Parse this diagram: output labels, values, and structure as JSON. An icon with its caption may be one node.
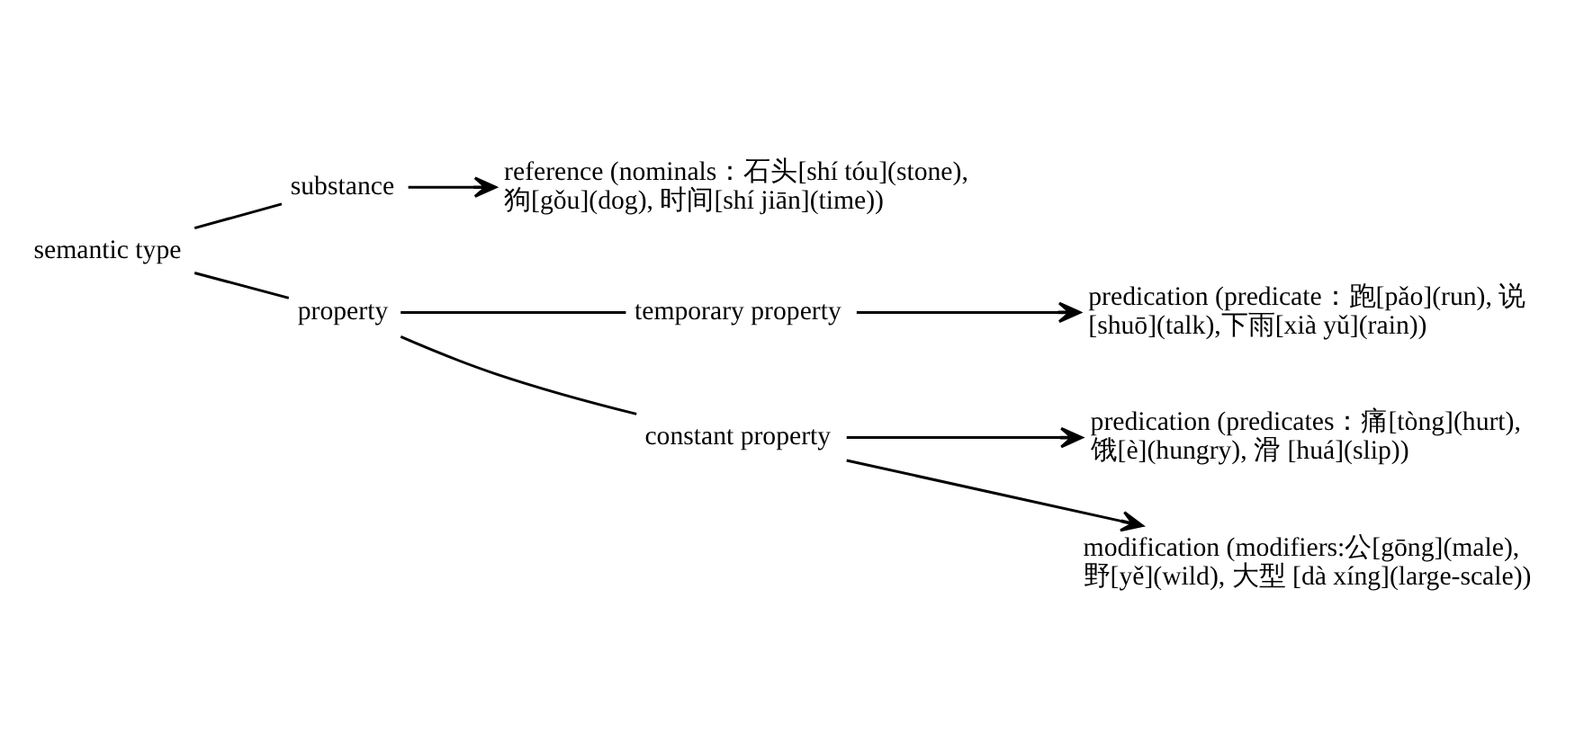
{
  "diagram": {
    "nodes": [
      {
        "text": [
          "semantic type"
        ]
      },
      {
        "text": [
          "substance"
        ]
      },
      {
        "text": [
          "reference (nominals：石头[shí tóu](stone), 狗[gǒu](dog), 时间[shí jiān](time))"
        ]
      },
      {
        "text": [
          "property"
        ]
      },
      {
        "text": [
          "temporary property"
        ]
      },
      {
        "text": [
          "predication (predicate：跑[pǎo](run), 说 [shuō](talk),下雨[xià yǔ](rain))"
        ]
      },
      {
        "text": [
          "constant property"
        ]
      },
      {
        "text": [
          "predication (predicates：痛[tòng](hurt), 饿[è](hungry), 滑 [huá](slip))"
        ]
      },
      {
        "text": [
          "modification (modifiers:公[gōng](male), 野[yě](wild), 大型 [dà xíng](large-scale))"
        ]
      }
    ],
    "edges": [
      {
        "from": 0,
        "to": 1,
        "arrow": "none"
      },
      {
        "from": 0,
        "to": 3,
        "arrow": "none"
      },
      {
        "from": 1,
        "to": 2,
        "arrow": "to"
      },
      {
        "from": 3,
        "to": 4,
        "arrow": "none"
      },
      {
        "from": 3,
        "to": 6,
        "arrow": "none"
      },
      {
        "from": 4,
        "to": 5,
        "arrow": "to"
      },
      {
        "from": 6,
        "to": 7,
        "arrow": "to"
      },
      {
        "from": 6,
        "to": 8,
        "arrow": "to"
      }
    ]
  }
}
